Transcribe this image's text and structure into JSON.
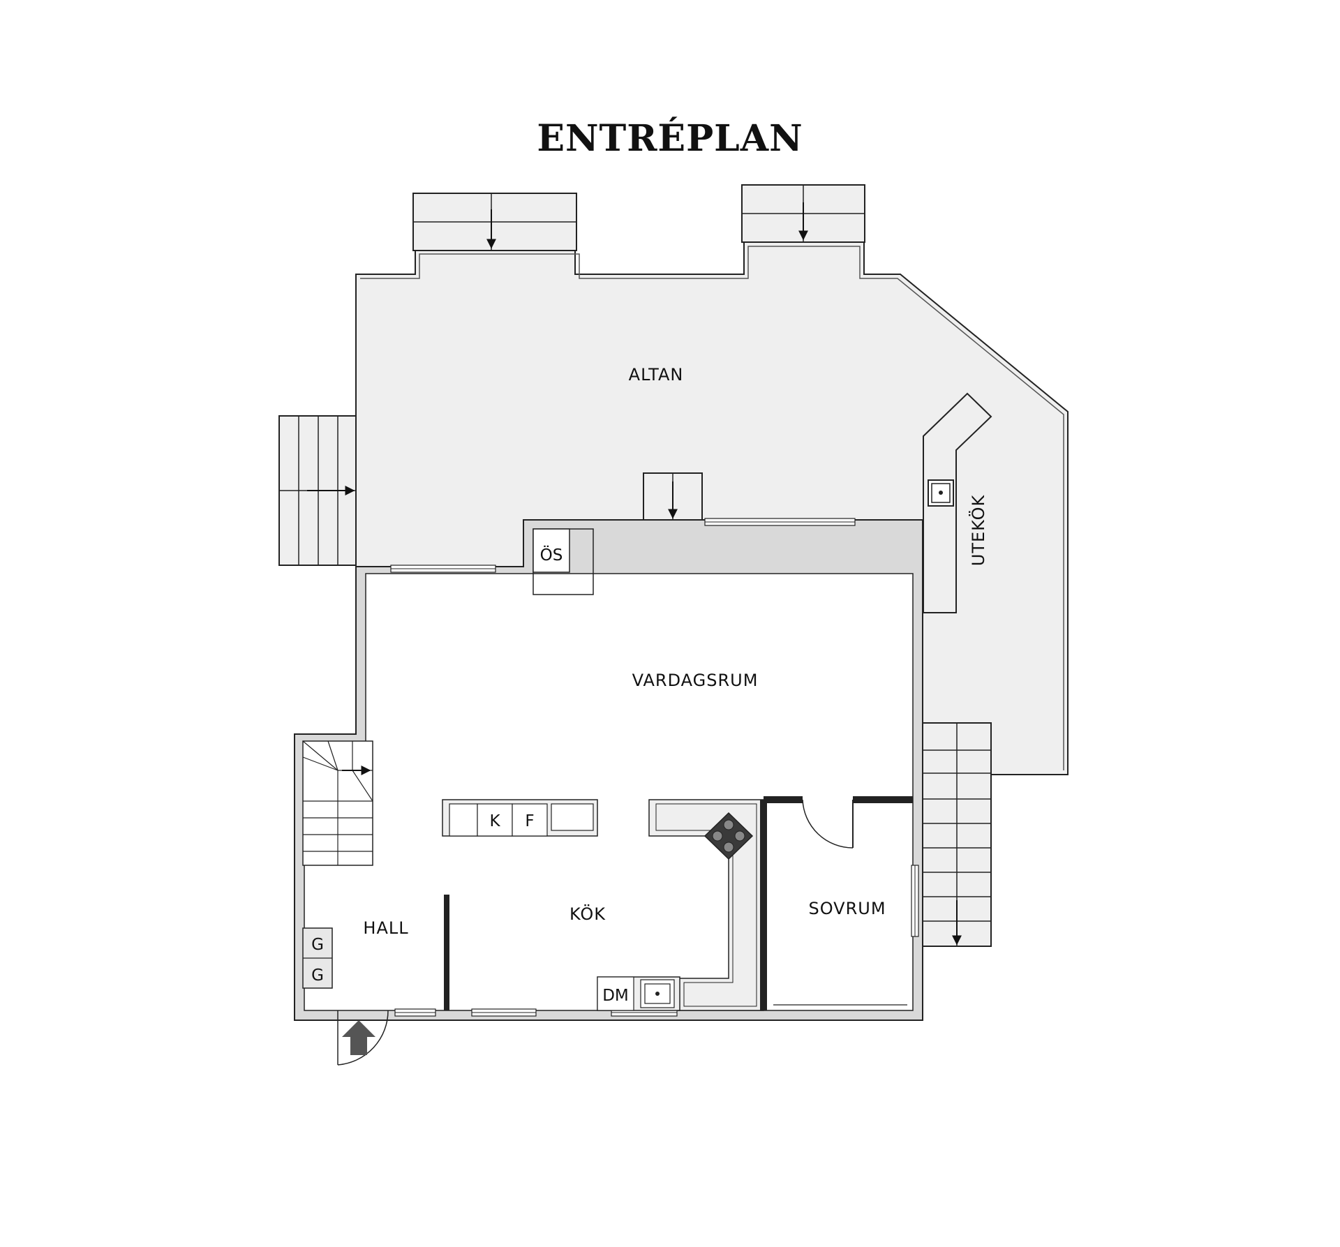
{
  "title": "ENTRÉPLAN",
  "rooms": {
    "altan": "ALTAN",
    "utekok": "UTEKÖK",
    "vardagsrum": "VARDAGSRUM",
    "kok": "KÖK",
    "sovrum": "SOVRUM",
    "hall": "HALL"
  },
  "fixtures": {
    "os": "ÖS",
    "k": "K",
    "f": "F",
    "dm": "DM",
    "g1": "G",
    "g2": "G"
  },
  "colors": {
    "deck_fill": "#efefef",
    "wall": "#8c8c8c",
    "line": "#222222",
    "stove": "#3a3a3a"
  }
}
